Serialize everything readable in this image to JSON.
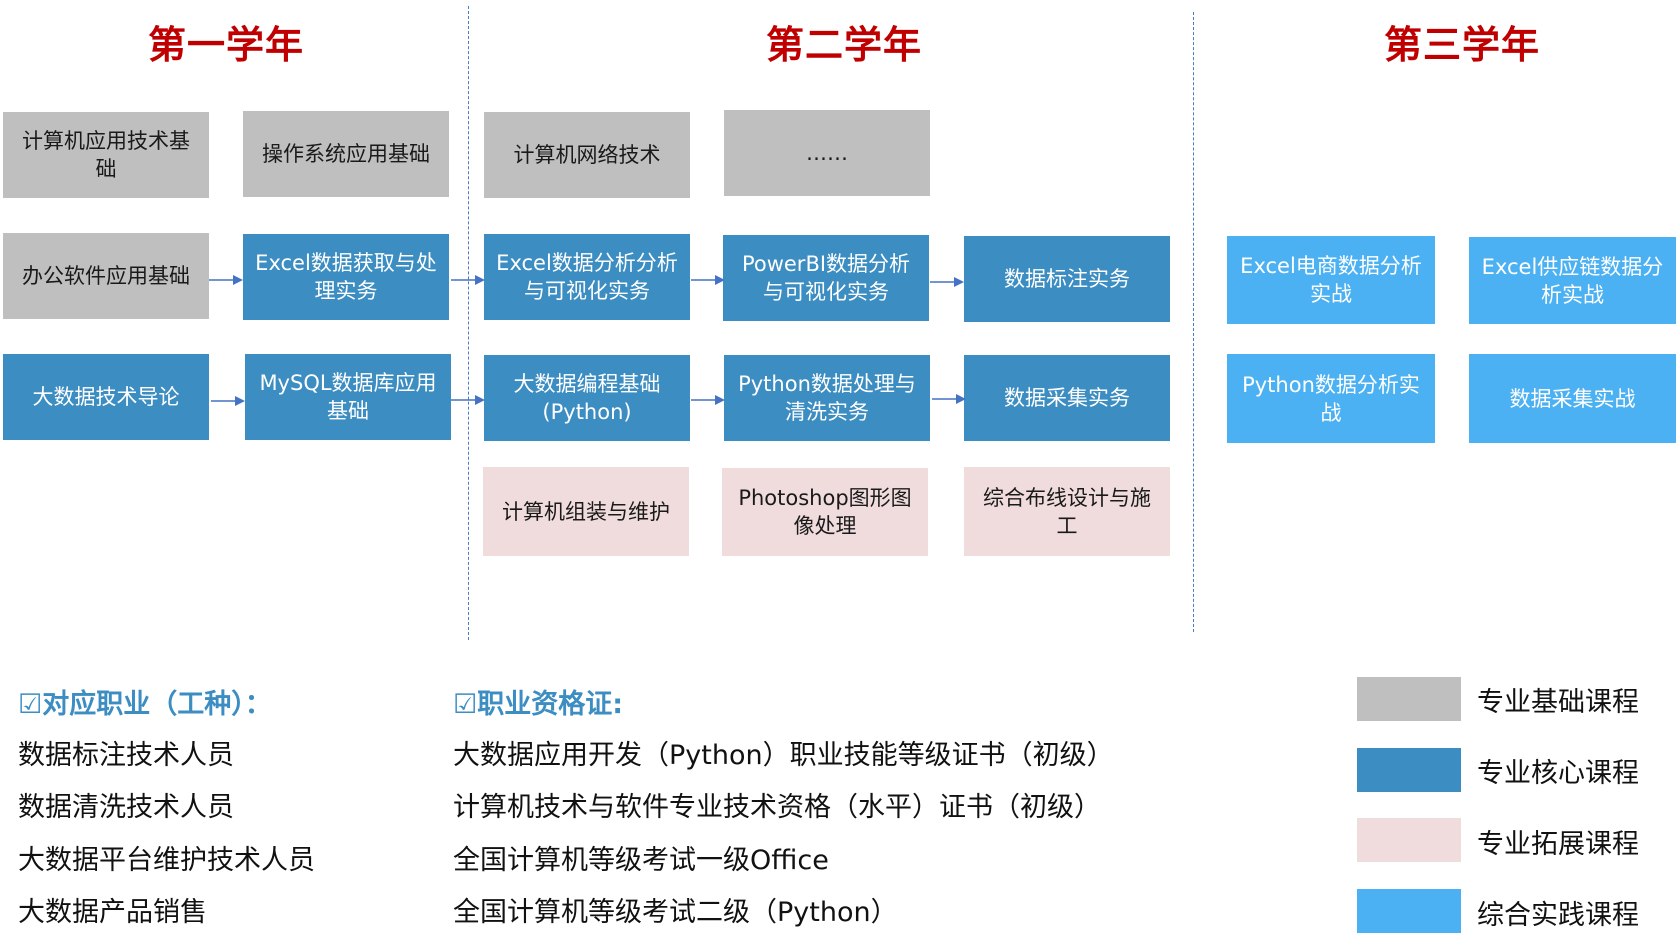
{
  "years": [
    {
      "title": "第一学年"
    },
    {
      "title": "第二学年"
    },
    {
      "title": "第三学年"
    }
  ],
  "colors": {
    "title_red": "#c00000",
    "basic": "#bfbfbf",
    "core": "#3c8dc2",
    "extension": "#f0dcdc",
    "practice": "#4cb1f2",
    "arrow": "#4472c4",
    "divider": "#4a7cc4"
  },
  "courses": {
    "y1_basic_1": "计算机应用技术基础",
    "y1_basic_2": "操作系统应用基础",
    "y1_basic_3": "办公软件应用基础",
    "y1_core_1": "Excel数据获取与处理实务",
    "y1_core_2": "大数据技术导论",
    "y1_core_3": "MySQL数据库应用基础",
    "y2_basic_1": "计算机网络技术",
    "y2_basic_2": "……",
    "y2_core_1": "Excel数据分析分析与可视化实务",
    "y2_core_2": "PowerBI数据分析与可视化实务",
    "y2_core_3": "数据标注实务",
    "y2_core_4": "大数据编程基础(Python)",
    "y2_core_5": "Python数据处理与清洗实务",
    "y2_core_6": "数据采集实务",
    "y2_ext_1": "计算机组装与维护",
    "y2_ext_2": "Photoshop图形图像处理",
    "y2_ext_3": "综合布线设计与施 工",
    "y3_prac_1": "Excel电商数据分析实战",
    "y3_prac_2": "Excel供应链数据分析实战",
    "y3_prac_3": "Python数据分析实战",
    "y3_prac_4": "数据采集实战"
  },
  "occupations": {
    "heading": "☑对应职业（工种）：",
    "items": [
      "数据标注技术人员",
      "数据清洗技术人员",
      "大数据平台维护技术人员",
      "大数据产品销售"
    ]
  },
  "certificates": {
    "heading": "☑职业资格证:",
    "items": [
      "大数据应用开发（Python）职业技能等级证书（初级）",
      "计算机技术与软件专业技术资格（水平）证书（初级）",
      "全国计算机等级考试一级Office",
      "全国计算机等级考试二级（Python）"
    ]
  },
  "legend": [
    {
      "label": "专业基础课程",
      "color": "#bfbfbf"
    },
    {
      "label": "专业核心课程",
      "color": "#3c8dc2"
    },
    {
      "label": "专业拓展课程",
      "color": "#f0dcdc"
    },
    {
      "label": "综合实践课程",
      "color": "#4cb1f2"
    }
  ]
}
